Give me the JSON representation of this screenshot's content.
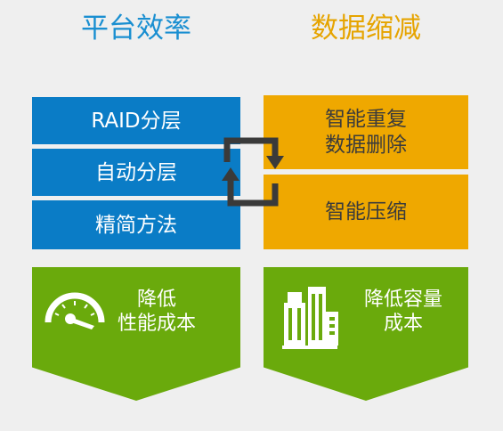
{
  "left_column": {
    "title": "平台效率",
    "items": [
      "RAID分层",
      "自动分层",
      "精简方法"
    ],
    "benefit": {
      "line1": "降低",
      "line2": "性能成本"
    }
  },
  "right_column": {
    "title": "数据缩减",
    "items": [
      {
        "line1": "智能重复",
        "line2": "数据删除"
      },
      {
        "line1": "智能压缩"
      }
    ],
    "benefit": {
      "line1": "降低容量",
      "line2": "成本"
    }
  },
  "colors": {
    "background": "#efefef",
    "blue": "#0a7cc6",
    "blue_title": "#1a8fd1",
    "orange": "#efa800",
    "orange_title": "#e6a400",
    "green": "#6aaa0c",
    "arrow": "#3a3a3a"
  },
  "icons": [
    "gauge-icon",
    "building-icon",
    "cycle-arrows-icon"
  ]
}
